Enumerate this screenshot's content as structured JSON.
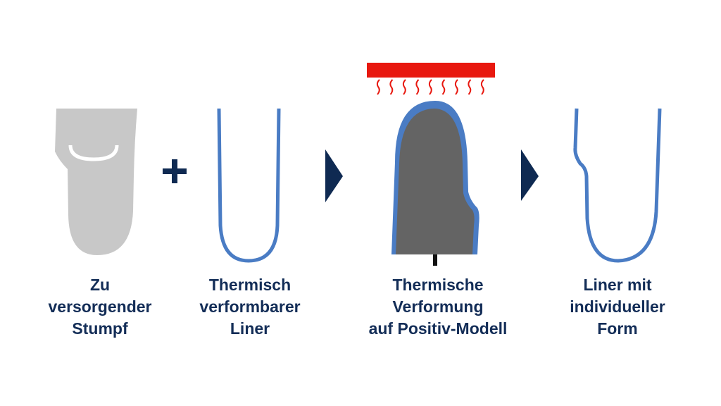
{
  "steps": [
    {
      "lines": [
        "Zu",
        "versorgender",
        "Stumpf"
      ]
    },
    {
      "lines": [
        "Thermisch",
        "verformbarer",
        "Liner"
      ]
    },
    {
      "lines": [
        "Thermische",
        "Verformung",
        "auf Positiv-Modell"
      ]
    },
    {
      "lines": [
        "Liner mit",
        "individueller",
        "Form"
      ]
    }
  ],
  "colors": {
    "text": "#132d57",
    "liner": "#4a7cc4",
    "heater": "#e8180f",
    "stump": "#c8c8c8",
    "model": "#646464"
  }
}
